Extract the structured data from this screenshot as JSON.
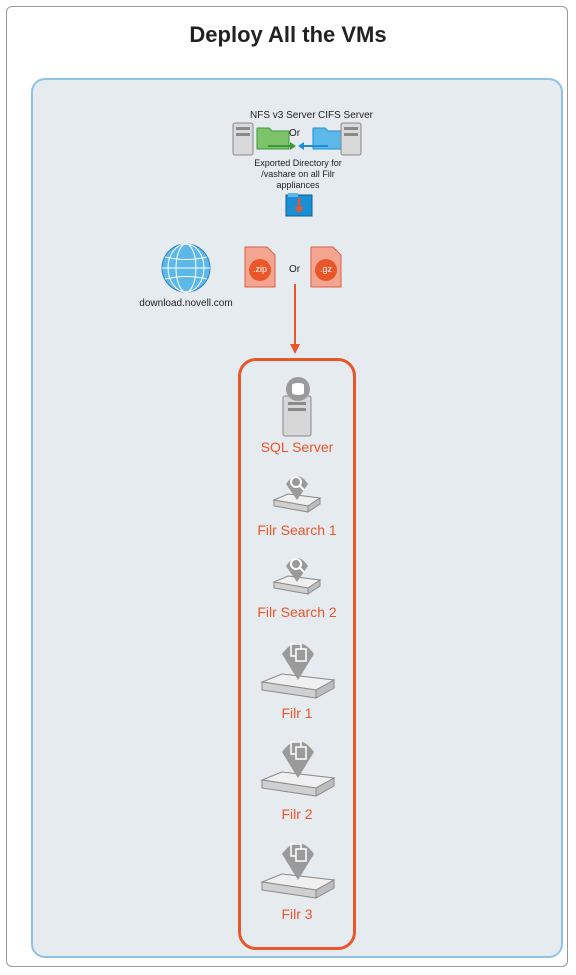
{
  "title": "Deploy All the VMs",
  "storage": {
    "nfs_label": "NFS v3 Server",
    "cifs_label": "CIFS Server",
    "or_label": "Or",
    "export_note": "Exported Directory for /vashare on all Filr appliances"
  },
  "download": {
    "site_label": "download.novell.com",
    "zip_label": ".zip",
    "gz_label": ".gz",
    "or_label": "Or"
  },
  "vms": [
    {
      "label": "SQL Server"
    },
    {
      "label": "Filr Search 1"
    },
    {
      "label": "Filr Search 2"
    },
    {
      "label": "Filr 1"
    },
    {
      "label": "Filr 2"
    },
    {
      "label": "Filr 3"
    }
  ],
  "colors": {
    "accent": "#e8562a",
    "panel_bg": "#e6ebf0",
    "panel_border": "#8fc3e6",
    "nfs_green": "#3a9a3a",
    "cifs_blue": "#1a8fd6"
  }
}
